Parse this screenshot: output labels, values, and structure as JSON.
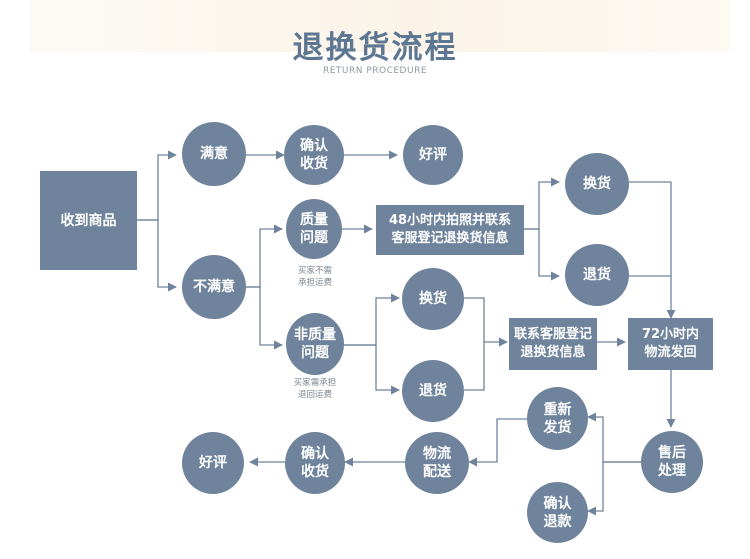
{
  "header": {
    "title": "退换货流程",
    "subtitle": "RETURN PROCEDURE"
  },
  "colors": {
    "node_fill": "#6f849c",
    "line": "#6f849c",
    "title": "#5d7792"
  },
  "nodes": {
    "receive": "收到商品",
    "satisfied": "满意",
    "confirm_receipt_top": "确认\n收货",
    "good_review_top": "好评",
    "unsatisfied": "不满意",
    "quality_issue": "质量\n问题",
    "contact_48h": "48小时内拍照并联系\n客服登记退换货信息",
    "exchange_right": "换货",
    "return_right": "退货",
    "non_quality_issue": "非质量\n问题",
    "exchange_mid": "换货",
    "return_mid": "退货",
    "contact_service": "联系客服登记\n退换货信息",
    "logistics_72h": "72小时内\n物流发回",
    "after_sales": "售后\n处理",
    "reship": "重新\n发货",
    "confirm_refund": "确认\n退款",
    "logistics_delivery": "物流\n配送",
    "confirm_receipt_bottom": "确认\n收货",
    "good_review_bottom": "好评"
  },
  "notes": {
    "buyer_no_shipping": "买家不需\n承担运费",
    "buyer_pays_shipping": "买家需承担\n退回运费"
  }
}
